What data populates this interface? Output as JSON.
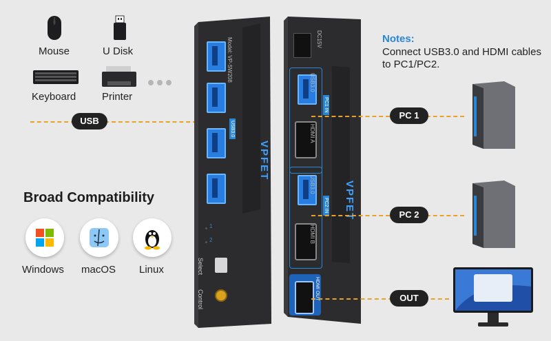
{
  "peripherals": {
    "mouse": "Mouse",
    "udisk": "U Disk",
    "keyboard": "Keyboard",
    "printer": "Printer",
    "usb": "USB"
  },
  "compatibility": {
    "title": "Broad Compatibility",
    "os": [
      "Windows",
      "macOS",
      "Linux"
    ]
  },
  "notes": {
    "title": "Notes:",
    "line1": "Connect USB3.0 and HDMI cables",
    "line2": "to PC1/PC2."
  },
  "connections": {
    "pc1": "PC 1",
    "pc2": "PC 2",
    "out": "OUT"
  },
  "device_front": {
    "model": "Model: VP-SW208",
    "usb_label": "USB3.0",
    "brand": "VPFET",
    "select": "Select",
    "control": "Control",
    "led1": "1",
    "led2": "2"
  },
  "device_back": {
    "dc": "DC15V",
    "usb1": "USB3.0",
    "hdmi1": "HDMI A",
    "usb2": "USB3.0",
    "hdmi2": "HDMI B",
    "hdmiout": "HDMI OUT",
    "pc1in": "PC1 IN",
    "pc2in": "PC2 IN",
    "brand": "VPFET"
  },
  "colors": {
    "accent": "#2a86d6",
    "dash": "#e8a227",
    "device": "#2b2b2d"
  }
}
